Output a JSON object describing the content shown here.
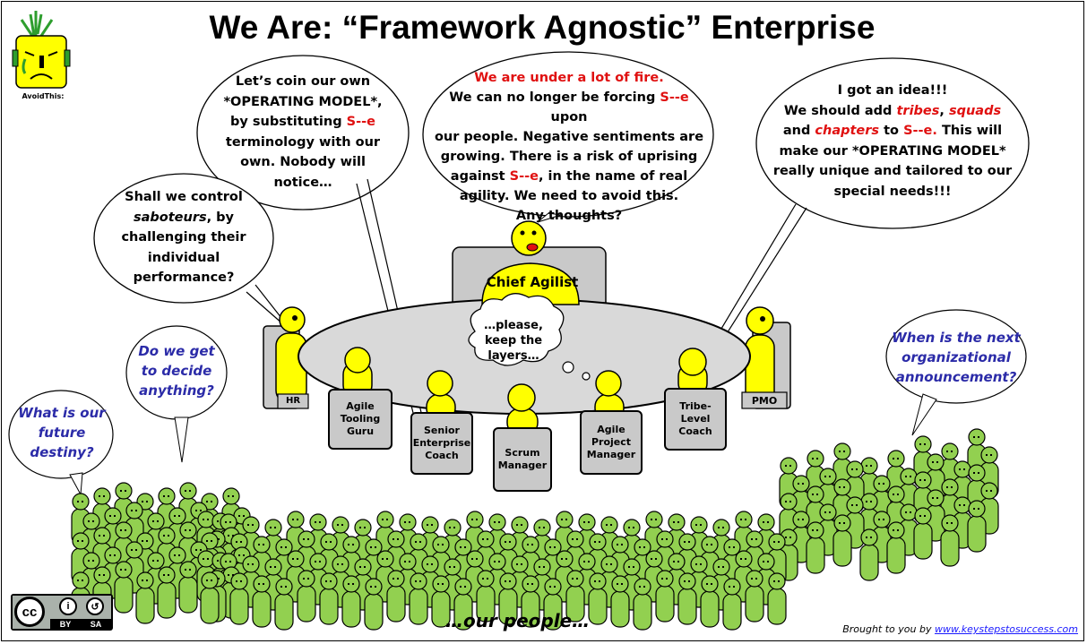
{
  "title": "We Are: “Framework Agnostic” Enterprise",
  "logo": {
    "icon": "avoid-this-mascot-icon",
    "caption": "AvoidThis:"
  },
  "bubbles": {
    "chief": {
      "line1": "We are under a lot of fire.",
      "line2a": "We can no longer be forcing ",
      "line2b": "S--e",
      "line2c": " upon",
      "line3": "our people. Negative sentiments are",
      "line4": "growing. There is a risk of uprising",
      "line5a": "against ",
      "line5b": "S--e",
      "line5c": ",  in the name of real",
      "line6": "agility.  We need to avoid this.",
      "line7": "Any thoughts?"
    },
    "senior": {
      "line1": "Let’s coin our own",
      "line2": "*OPERATING MODEL*,",
      "line3a": "by substituting ",
      "line3b": "S--e",
      "line4": "terminology with our",
      "line5": "own. Nobody will",
      "line6": "notice…"
    },
    "hr": {
      "line1": "Shall we control",
      "line2a": "saboteurs",
      "line2b": ", by",
      "line3": "challenging their",
      "line4": "individual",
      "line5": "performance?"
    },
    "tribe": {
      "line1": "I got an idea!!!",
      "line2a": "We should add ",
      "line2b": "tribes",
      "line2c": ", ",
      "line2d": "squads",
      "line3a": "and ",
      "line3b": "chapters",
      "line3c": " to ",
      "line3d": "S--e.",
      "line3e": " This will",
      "line4": "make our *OPERATING MODEL*",
      "line5": "really unique and tailored to our",
      "line6": "special needs!!!"
    },
    "thought": {
      "line1": "…please,",
      "line2": "keep the",
      "line3": "layers…"
    },
    "crowd_left1": {
      "line1": "What is our",
      "line2": "future",
      "line3": "destiny?"
    },
    "crowd_left2": {
      "line1": "Do we get",
      "line2": "to decide",
      "line3": "anything?"
    },
    "crowd_right": {
      "line1": "When is the next",
      "line2": "organizational",
      "line3": "announcement?"
    }
  },
  "roles": {
    "chief": "Chief Agilist",
    "hr": "HR",
    "pmo": "PMO",
    "tooling1": "Agile",
    "tooling2": "Tooling",
    "tooling3": "Guru",
    "senior1": "Senior",
    "senior2": "Enterprise",
    "senior3": "Coach",
    "scrum1": "Scrum",
    "scrum2": "Manager",
    "apm1": "Agile",
    "apm2": "Project",
    "apm3": "Manager",
    "tribe1": "Tribe-Level",
    "tribe2": "Coach"
  },
  "crowd_caption": "…our people…",
  "footer": {
    "prefix": "Brought to you by ",
    "link": "www.keystepstosuccess.com"
  },
  "license": {
    "icon": "creative-commons-by-sa-icon",
    "cc": "cc",
    "by": "BY",
    "sa": "SA"
  },
  "colors": {
    "figure_yellow": "#ffff00",
    "crowd_green": "#92d050",
    "accent_red": "#e01010",
    "question_blue": "#2b2ba8",
    "chair_gray": "#c9c9c9",
    "table_gray": "#d9d9d9"
  }
}
